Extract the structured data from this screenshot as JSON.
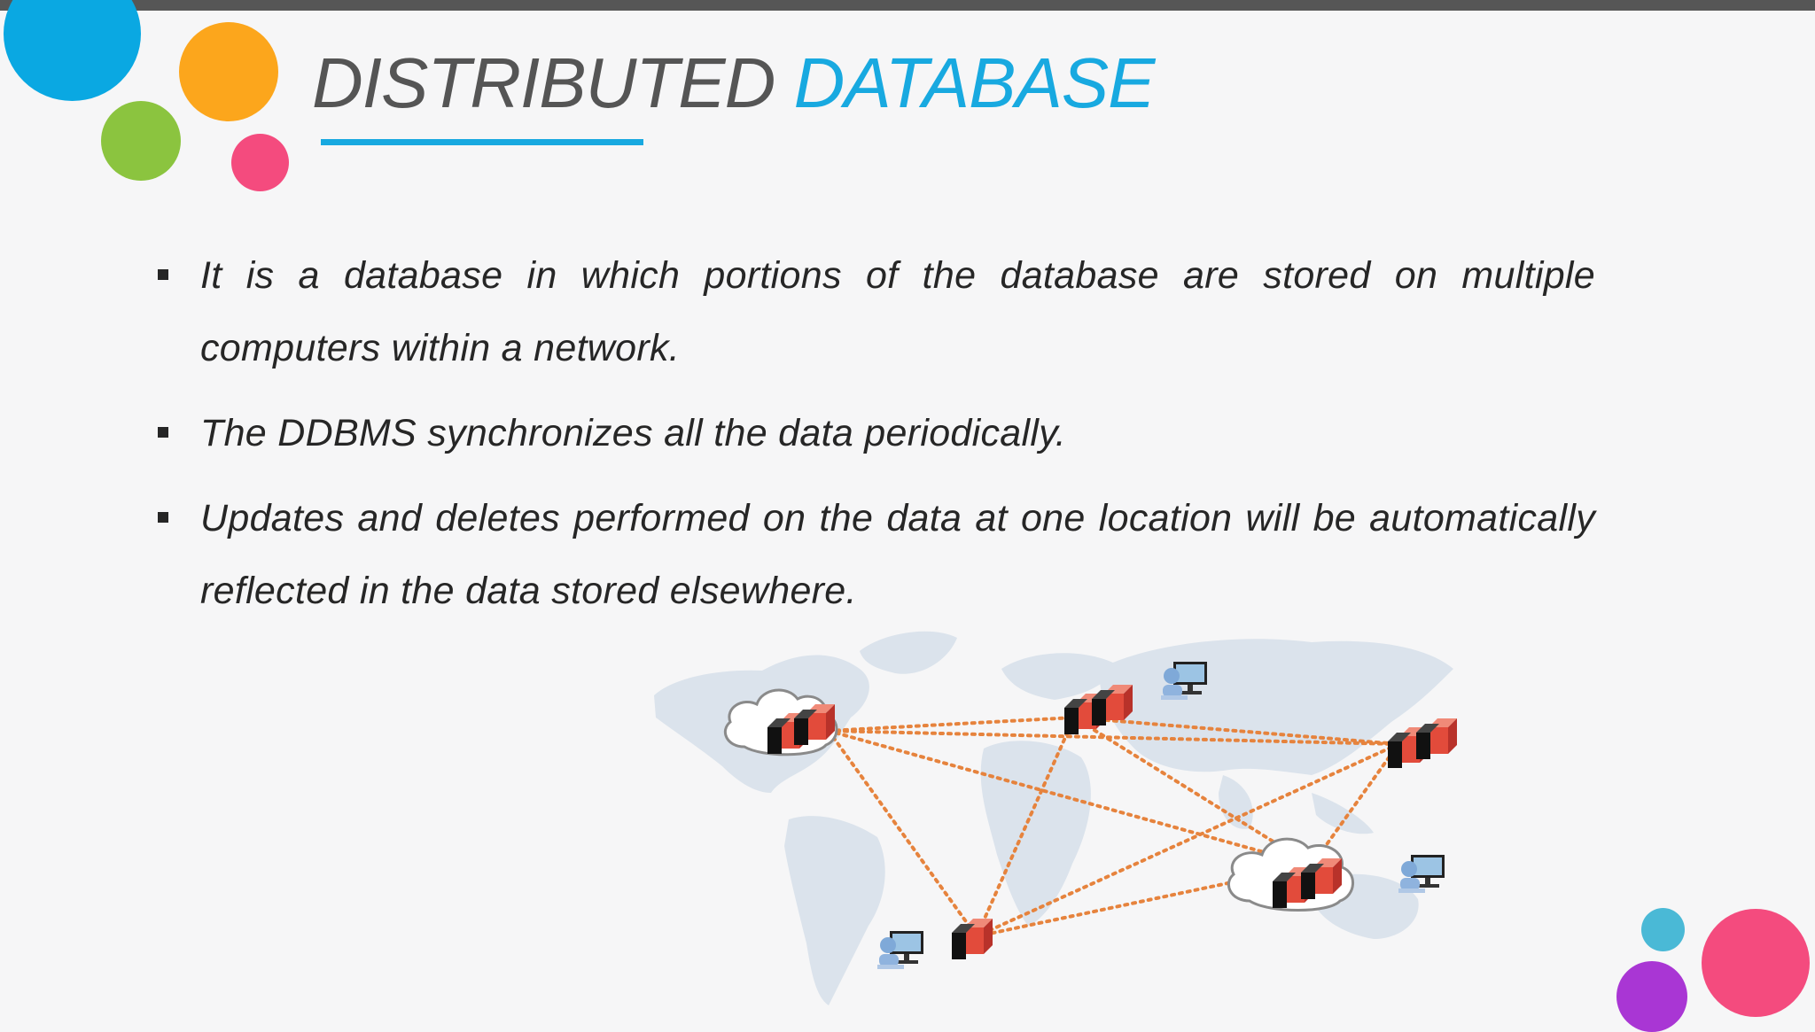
{
  "slide": {
    "title_part1": "DISTRIBUTED",
    "title_part2": "DATABASE",
    "colors": {
      "accent": "#18a9e0",
      "title_gray": "#555555",
      "topbar": "#565656",
      "connection_line": "#e6833d",
      "server_red": "#e24b3b"
    },
    "decor": [
      "blue-circle",
      "orange-circle",
      "green-circle",
      "pink-circle",
      "teal-circle",
      "purple-circle",
      "magenta-circle"
    ]
  },
  "bullets": [
    {
      "text": "It is a database in which portions of the database are stored on multiple computers within a network."
    },
    {
      "text": "The DDBMS synchronizes all the data periodically."
    },
    {
      "text": "Updates and deletes performed on the data at one location will be automatically reflected in the data stored elsewhere."
    }
  ],
  "illustration": {
    "nodes": [
      "north-america-cloud-server",
      "europe-server",
      "east-asia-server",
      "south-america-server",
      "southeast-asia-cloud-server"
    ],
    "icons": [
      "workstation-icon",
      "workstation-icon",
      "workstation-icon"
    ]
  }
}
